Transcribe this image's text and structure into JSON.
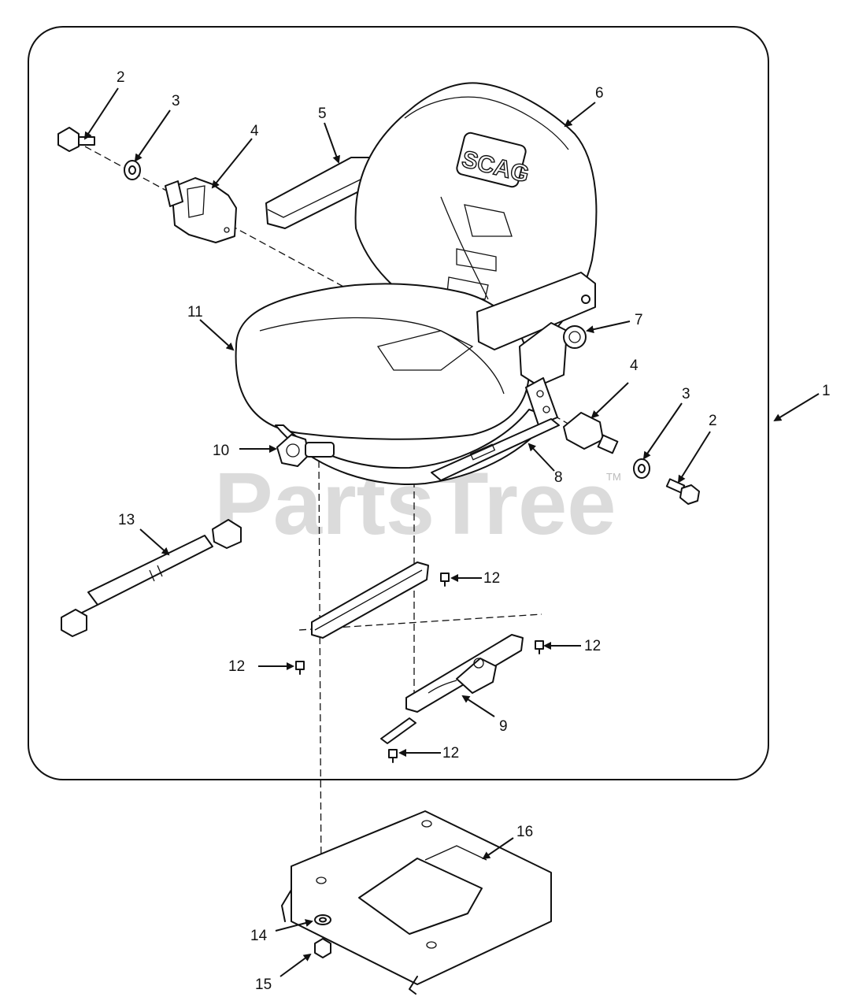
{
  "watermark": {
    "text": "PartsTree",
    "tm": "TM"
  },
  "seat_brand": "SCAG",
  "callouts": {
    "c1": "1",
    "c2a": "2",
    "c2b": "2",
    "c3a": "3",
    "c3b": "3",
    "c4a": "4",
    "c4b": "4",
    "c5": "5",
    "c6": "6",
    "c7": "7",
    "c8": "8",
    "c9": "9",
    "c10": "10",
    "c11": "11",
    "c12a": "12",
    "c12b": "12",
    "c12c": "12",
    "c12d": "12",
    "c13": "13",
    "c14": "14",
    "c15": "15",
    "c16": "16"
  }
}
